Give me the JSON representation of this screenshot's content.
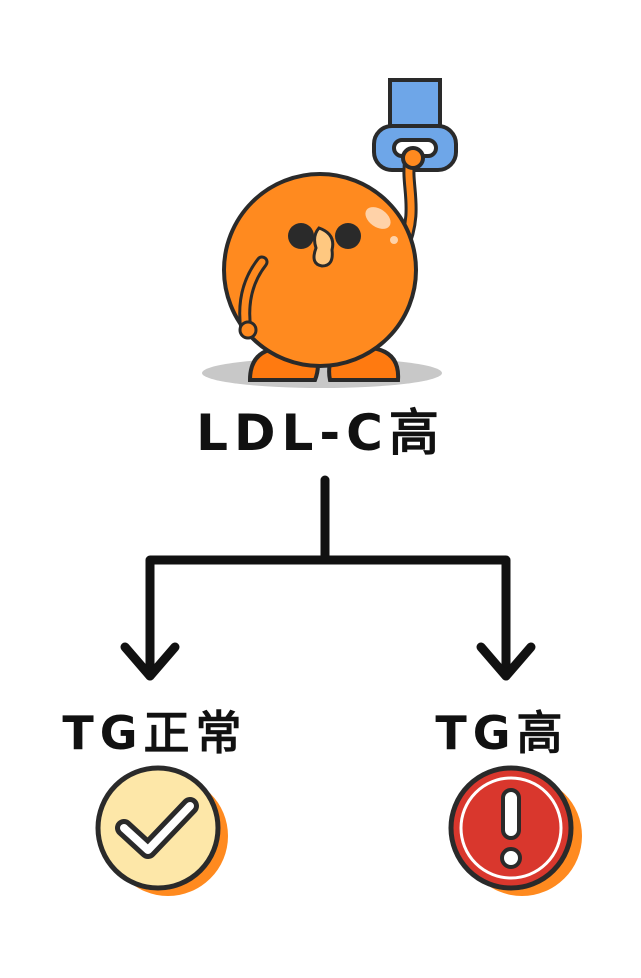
{
  "root": {
    "label": "LDL-C高"
  },
  "branches": [
    {
      "label": "TG正常",
      "status": "ok",
      "icon": "check-badge-icon"
    },
    {
      "label": "TG高",
      "status": "alert",
      "icon": "exclamation-badge-icon"
    }
  ],
  "mascot": {
    "icon": "orange-mascot-holding-strap-icon"
  },
  "colors": {
    "mascot_orange": "#FF8A1F",
    "outline": "#2A2A2A",
    "strap_blue": "#6EA6E8",
    "ok_fill": "#FDE7A8",
    "alert_fill": "#D9372D",
    "badge_shadow": "#FF8A1F",
    "line": "#111111"
  }
}
